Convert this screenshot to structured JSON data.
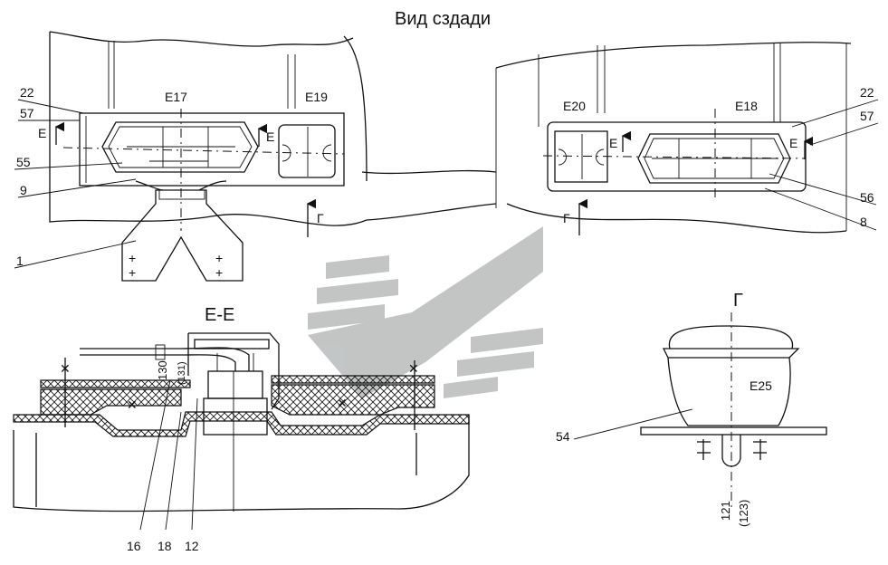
{
  "title": "Вид сздади",
  "labels": {
    "e17": "E17",
    "e19": "E19",
    "e20": "E20",
    "e18": "E18",
    "e25": "E25",
    "l22a": "22",
    "l22b": "22",
    "l57a": "57",
    "l57b": "57",
    "l55": "55",
    "l9": "9",
    "l1": "1",
    "l56": "56",
    "l8": "8",
    "l54": "54",
    "l16": "16",
    "l18": "18",
    "l12": "12",
    "arrowE1": "E",
    "arrowE2": "E",
    "arrowE3": "E",
    "arrowE4": "E",
    "arrowG1": "Г",
    "arrowG2": "Г",
    "sectionEE": "E-E",
    "sectionG": "Г",
    "n130": "130",
    "n131": "(131)",
    "n121": "121",
    "n123": "(123)"
  },
  "colors": {
    "line": "#111111",
    "watermark": "#b9bcbc"
  }
}
